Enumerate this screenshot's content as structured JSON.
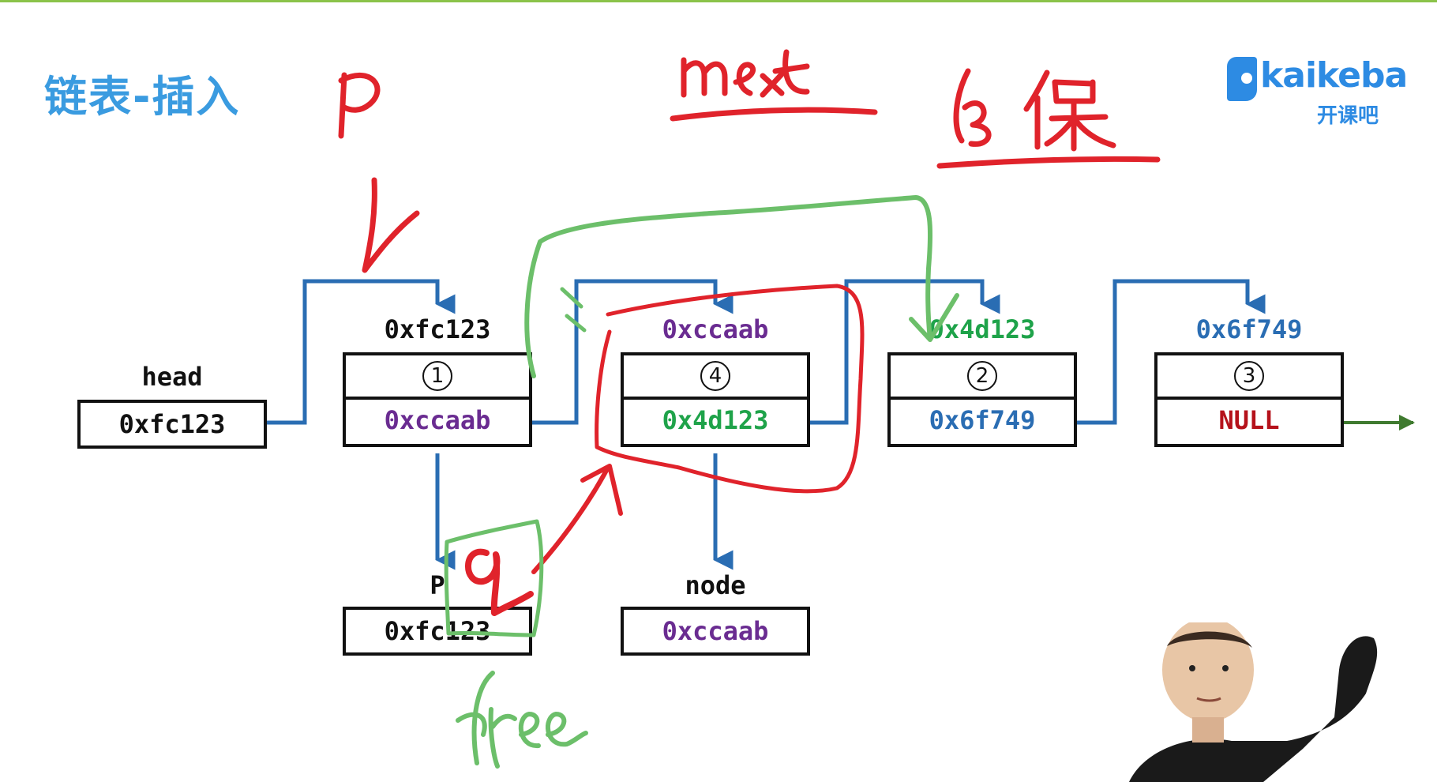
{
  "title": "链表-插入",
  "logo": {
    "brand": "kaikeba",
    "brand_cn": "开课吧"
  },
  "colors": {
    "pointer": "#2a6db3",
    "annotation_red": "#e0232b",
    "annotation_green": "#6cbf6a"
  },
  "nodes": [
    {
      "id": "head",
      "label": "head",
      "value": "0xfc123"
    },
    {
      "id": "n1",
      "address": "0xfc123",
      "data": "1",
      "next": "0xccaab"
    },
    {
      "id": "n4",
      "address": "0xccaab",
      "data": "4",
      "next": "0x4d123"
    },
    {
      "id": "n2",
      "address": "0x4d123",
      "data": "2",
      "next": "0x6f749"
    },
    {
      "id": "n3",
      "address": "0x6f749",
      "data": "3",
      "next": "NULL"
    },
    {
      "id": "p",
      "label": "P",
      "value": "0xfc123"
    },
    {
      "id": "node",
      "label": "node",
      "value": "0xccaab"
    }
  ],
  "annotations": {
    "p_mark": "P",
    "next_mark": "next",
    "order_mark": "(3 保",
    "q_mark": "q",
    "free_mark": "free"
  }
}
